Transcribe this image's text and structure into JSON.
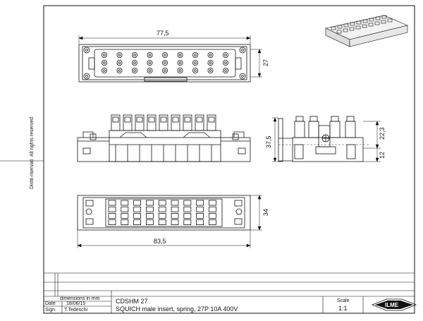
{
  "dimensions": {
    "width_top": "77,5",
    "height_top": "27",
    "width_bottom": "83,5",
    "height_bottom": "34",
    "height_side": "37,5",
    "side_upper": "22,3",
    "side_lower": "12"
  },
  "side_text": {
    "rights_italian": "Diritti riservati",
    "rights_english": "All rights reserved"
  },
  "title_block": {
    "dimensions_note": "dimensions in mm",
    "date_label": "Date",
    "date_value": "18/06/15",
    "sign_label": "Sign.",
    "sign_value": "T.Tedeschi",
    "part_code": "CDSHM 27",
    "description": "SQUICH male insert, spring, 27P 10A 400V",
    "scale_label": "Scale",
    "scale_value": "1:1",
    "logo_text": "ILME"
  }
}
